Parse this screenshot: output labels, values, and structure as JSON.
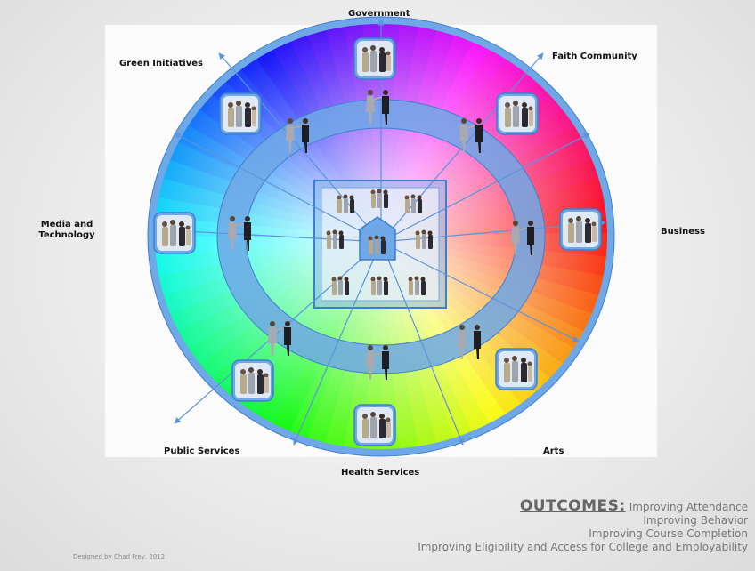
{
  "sectors": {
    "government": "Government",
    "faith": "Faith Community",
    "green": "Green Initiatives",
    "business": "Business",
    "media": "Media and Technology",
    "public": "Public Services",
    "arts": "Arts",
    "health": "Health Services"
  },
  "outcomes": {
    "header": "OUTCOMES:",
    "items": [
      "Improving Attendance",
      "Improving Behavior",
      "Improving Course Completion",
      "Improving Eligibility and Access for College and Employability"
    ]
  },
  "credit": "Designed by Chad Frey, 2012",
  "colors": {
    "ring_band": "#6fa8e6",
    "ring_stroke": "#3d7fcf",
    "arrow": "#5b93dc"
  },
  "icons": {
    "group": "people-group-icon",
    "pair": "people-pair-icon",
    "house": "house-icon"
  }
}
